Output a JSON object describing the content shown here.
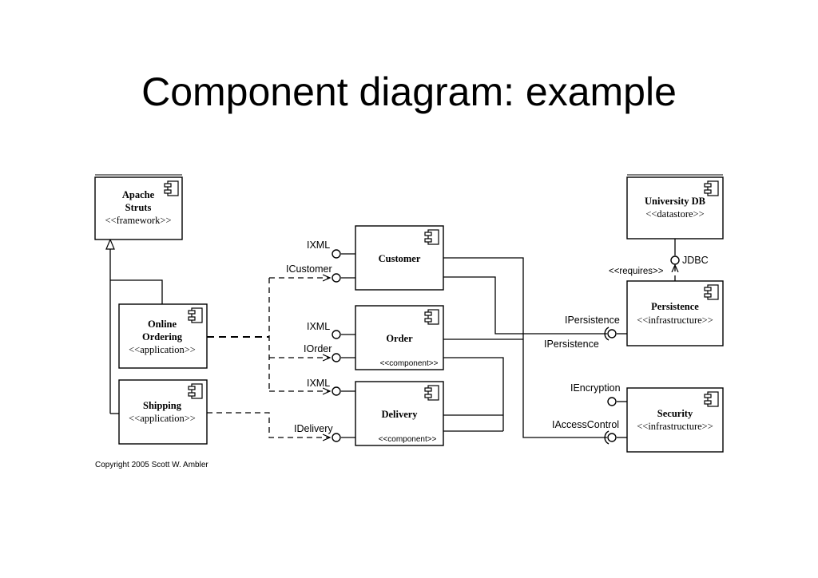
{
  "title": "Component diagram: example",
  "copyright": "Copyright 2005 Scott W. Ambler",
  "components": {
    "apache_struts": {
      "name": [
        "Apache",
        "Struts"
      ],
      "stereotype": "<<framework>>"
    },
    "online_ordering": {
      "name": [
        "Online",
        "Ordering"
      ],
      "stereotype": "<<application>>"
    },
    "shipping": {
      "name": "Shipping",
      "stereotype": "<<application>>"
    },
    "customer": {
      "name": "Customer"
    },
    "order": {
      "name": "Order",
      "stereotype": "<<component>>"
    },
    "delivery": {
      "name": "Delivery",
      "stereotype": "<<component>>"
    },
    "university_db": {
      "name": "University DB",
      "stereotype": "<<datastore>>"
    },
    "persistence": {
      "name": "Persistence",
      "stereotype": "<<infrastructure>>"
    },
    "security": {
      "name": "Security",
      "stereotype": "<<infrastructure>>"
    }
  },
  "interfaces": {
    "customer_ixml": "IXML",
    "customer_icustomer": "ICustomer",
    "order_ixml": "IXML",
    "order_iorder": "IOrder",
    "delivery_ixml": "IXML",
    "delivery_idelivery": "IDelivery",
    "jdbc": "JDBC",
    "requires": "<<requires>>",
    "persistence_provided": "IPersistence",
    "persistence_required": "IPersistence",
    "iencryption": "IEncryption",
    "iaccesscontrol": "IAccessControl"
  },
  "icons": {
    "component": "component-icon",
    "lollipop": "provided-interface-icon",
    "socket": "required-interface-icon"
  }
}
